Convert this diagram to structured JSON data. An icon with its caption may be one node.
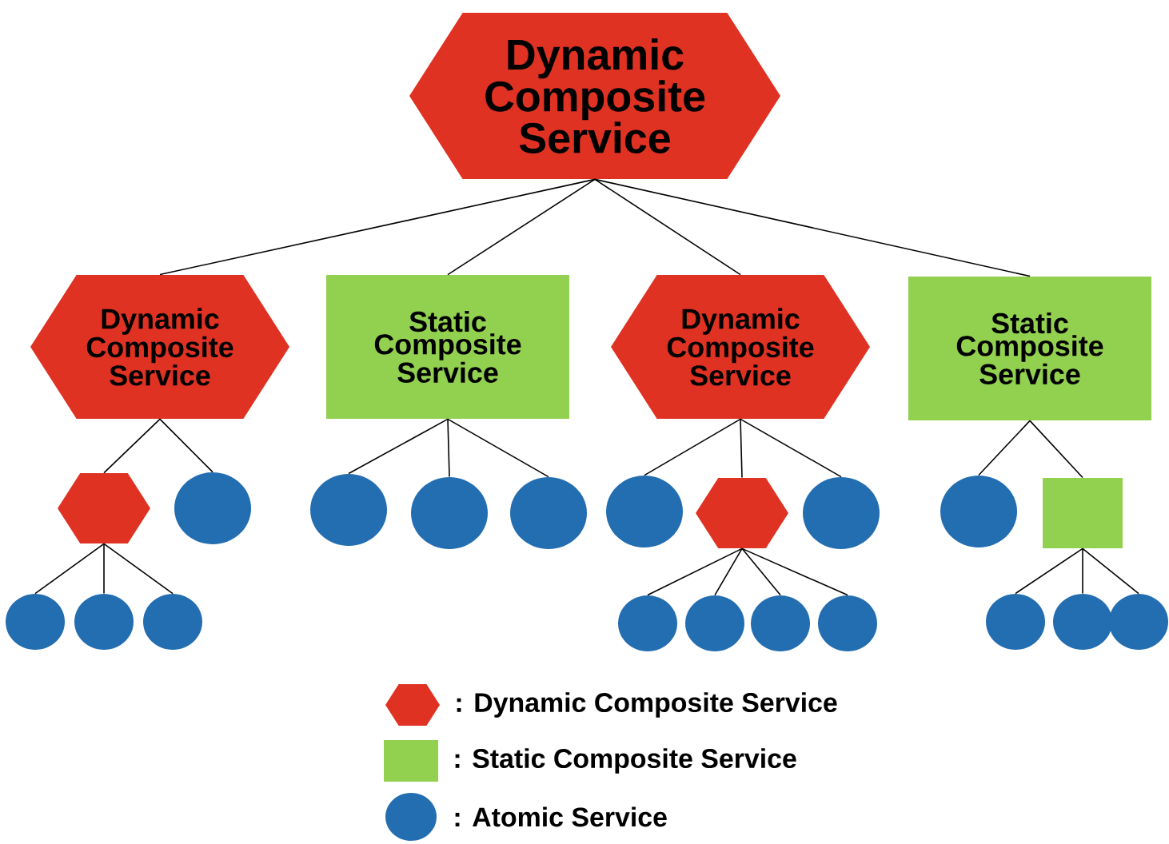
{
  "diagram": {
    "nodes": [
      {
        "text": [
          "Dynamic Composite Service"
        ]
      },
      {
        "text": [
          "Dynamic Composite Service"
        ]
      },
      {
        "text": [
          "Static Composite Service"
        ]
      },
      {
        "text": [
          "Dynamic Composite Service"
        ]
      },
      {
        "text": [
          "Static Composite Service"
        ]
      },
      {
        "text": [],
        "shape": "hexagon"
      },
      {
        "text": [],
        "shape": "circle"
      },
      {
        "text": [],
        "shape": "circle"
      },
      {
        "text": [],
        "shape": "circle"
      },
      {
        "text": [],
        "shape": "circle"
      },
      {
        "text": [],
        "shape": "circle"
      },
      {
        "text": [],
        "shape": "hexagon"
      },
      {
        "text": [],
        "shape": "circle"
      },
      {
        "text": [],
        "shape": "circle"
      },
      {
        "text": [],
        "shape": "box"
      },
      {
        "text": [],
        "shape": "circle"
      },
      {
        "text": [],
        "shape": "circle"
      },
      {
        "text": [],
        "shape": "circle"
      },
      {
        "text": [],
        "shape": "circle"
      },
      {
        "text": [],
        "shape": "circle"
      },
      {
        "text": [],
        "shape": "circle"
      },
      {
        "text": [],
        "shape": "circle"
      },
      {
        "text": [],
        "shape": "circle"
      },
      {
        "text": [],
        "shape": "circle"
      },
      {
        "text": [],
        "shape": "circle"
      }
    ],
    "edges": [
      {
        "from": 0,
        "to": 1,
        "arrow": "none"
      },
      {
        "from": 0,
        "to": 2,
        "arrow": "none"
      },
      {
        "from": 0,
        "to": 3,
        "arrow": "none"
      },
      {
        "from": 0,
        "to": 4,
        "arrow": "none"
      },
      {
        "from": 1,
        "to": 5,
        "arrow": "none"
      },
      {
        "from": 1,
        "to": 6,
        "arrow": "none"
      },
      {
        "from": 2,
        "to": 7,
        "arrow": "none"
      },
      {
        "from": 2,
        "to": 8,
        "arrow": "none"
      },
      {
        "from": 2,
        "to": 9,
        "arrow": "none"
      },
      {
        "from": 3,
        "to": 10,
        "arrow": "none"
      },
      {
        "from": 3,
        "to": 11,
        "arrow": "none"
      },
      {
        "from": 3,
        "to": 12,
        "arrow": "none"
      },
      {
        "from": 4,
        "to": 13,
        "arrow": "none"
      },
      {
        "from": 4,
        "to": 14,
        "arrow": "none"
      },
      {
        "from": 5,
        "to": 15,
        "arrow": "none"
      },
      {
        "from": 5,
        "to": 16,
        "arrow": "none"
      },
      {
        "from": 5,
        "to": 17,
        "arrow": "none"
      },
      {
        "from": 11,
        "to": 18,
        "arrow": "none"
      },
      {
        "from": 11,
        "to": 19,
        "arrow": "none"
      },
      {
        "from": 11,
        "to": 20,
        "arrow": "none"
      },
      {
        "from": 11,
        "to": 21,
        "arrow": "none"
      },
      {
        "from": 14,
        "to": 22,
        "arrow": "none"
      },
      {
        "from": 14,
        "to": 23,
        "arrow": "none"
      },
      {
        "from": 14,
        "to": 24,
        "arrow": "none"
      }
    ],
    "legend": [
      {
        "text": ": Dynamic Composite Service",
        "color": "#df3223"
      },
      {
        "text": ": Static Composite Service",
        "color": "#92d050"
      },
      {
        "text": ": Atomic Service",
        "color": "#236db1"
      }
    ]
  }
}
